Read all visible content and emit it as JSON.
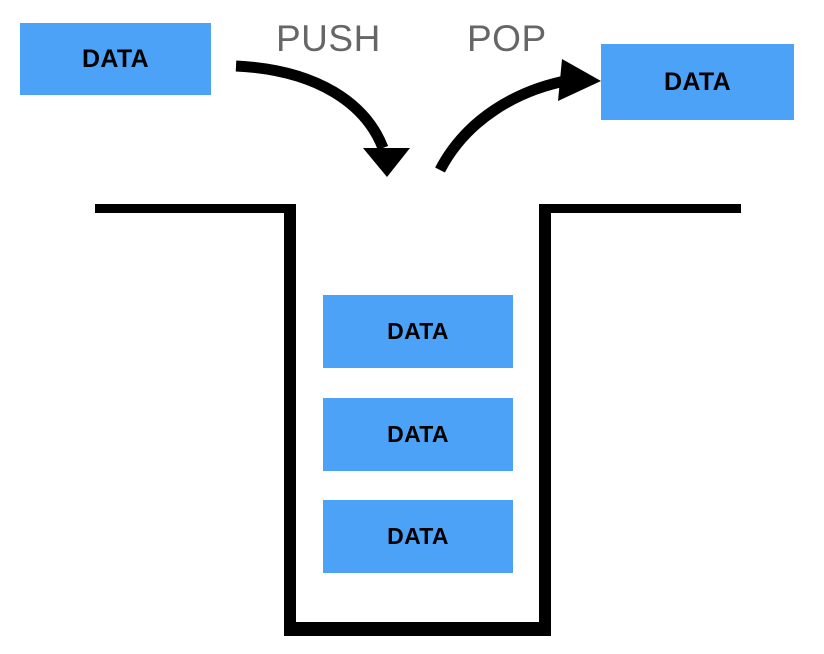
{
  "diagram": {
    "title_hidden": "",
    "colors": {
      "data_box_fill": "#4ba2f7",
      "label_gray": "#666666",
      "stroke_black": "#000000",
      "background": "#ffffff"
    },
    "operations": [
      {
        "id": "push",
        "label": "PUSH",
        "direction": "into-stack"
      },
      {
        "id": "pop",
        "label": "POP",
        "direction": "out-of-stack"
      }
    ],
    "source_box": {
      "label": "DATA"
    },
    "dest_box": {
      "label": "DATA"
    },
    "stack": {
      "name": "stack-container",
      "items": [
        {
          "label": "DATA"
        },
        {
          "label": "DATA"
        },
        {
          "label": "DATA"
        }
      ]
    }
  }
}
